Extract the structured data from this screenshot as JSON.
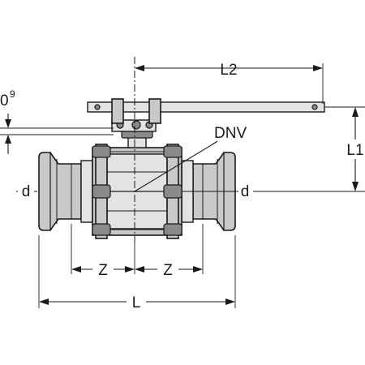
{
  "labels": {
    "l2": "L2",
    "l1": "L1",
    "dnv": "DNV",
    "d_left": "d",
    "d_right": "d",
    "z_left": "Z",
    "z_right": "Z",
    "l": "L",
    "h_main": "0",
    "h_sup": "9"
  }
}
